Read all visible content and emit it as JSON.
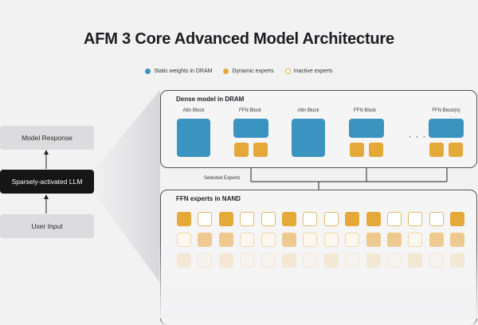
{
  "title": "AFM 3 Core Advanced Model Architecture",
  "legend": {
    "static": "Static weights in DRAM",
    "dynamic": "Dynamic experts",
    "inactive": "Inactive experts"
  },
  "left_stack": {
    "top": "Model Response",
    "middle": "Sparsely-activated LLM",
    "bottom": "User Input"
  },
  "dense_panel": {
    "label": "Dense model in DRAM",
    "blocks": [
      "Attn Block",
      "FFN Block",
      "Attn Block",
      "FFN Block",
      "FFN Block(n)"
    ],
    "ellipsis": "· · ·"
  },
  "selected_label": "Selected Experts",
  "nand_panel": {
    "label": "FFN experts in NAND",
    "row1": [
      "a",
      "i",
      "a",
      "i",
      "i",
      "a",
      "i",
      "i",
      "a",
      "a",
      "i",
      "i",
      "i",
      "a"
    ],
    "row2": [
      "i",
      "d",
      "d",
      "i",
      "i",
      "d",
      "i",
      "i",
      "i",
      "d",
      "d",
      "i",
      "d",
      "d"
    ],
    "row3": [
      "d",
      "i",
      "d",
      "i",
      "i",
      "d",
      "i",
      "d",
      "i",
      "d",
      "i",
      "d",
      "i",
      "d"
    ]
  },
  "colors": {
    "static": "#3b94c0",
    "dynamic": "#e5a93a",
    "dark": "#161617"
  }
}
